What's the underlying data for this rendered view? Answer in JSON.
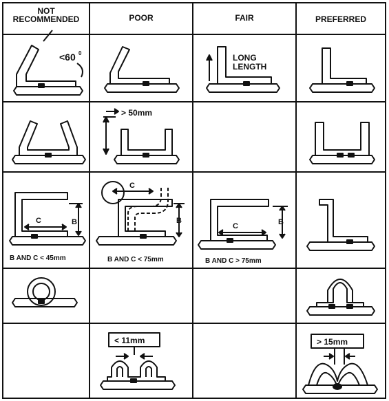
{
  "headers": {
    "not_recommended_line1": "NOT",
    "not_recommended_line2": "RECOMMENDED",
    "poor": "POOR",
    "fair": "FAIR",
    "preferred": "PREFERRED"
  },
  "labels": {
    "angle": "<60",
    "angle_degree": "0",
    "long_line1": "LONG",
    "long_line2": "LENGTH",
    "gt50": "> 50mm",
    "c": "C",
    "b": "B",
    "bc_lt45": "B AND C < 45mm",
    "bc_lt75": "B AND C < 75mm",
    "bc_gt75": "B AND C > 75mm",
    "lt11": "< 11mm",
    "gt15": "> 15mm"
  }
}
